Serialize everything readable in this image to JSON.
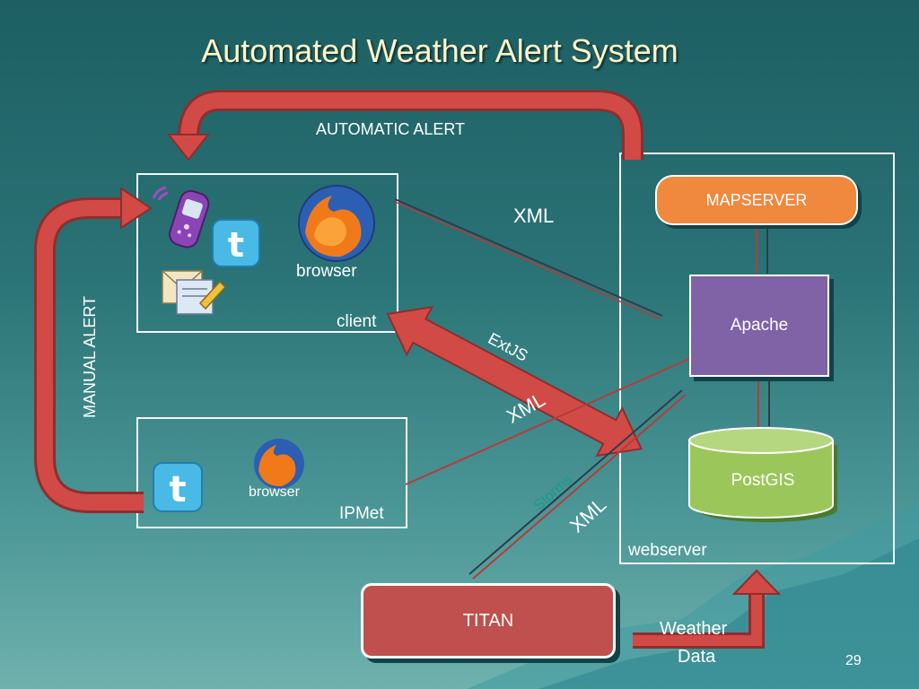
{
  "slide": {
    "title": "Automated Weather Alert System",
    "page_number": "29"
  },
  "labels": {
    "automatic_alert": "AUTOMATIC ALERT",
    "manual_alert": "MANUAL ALERT",
    "xml_top": "XML",
    "extjs": "ExtJS",
    "xml_mid": "XML",
    "storms": "Storms",
    "xml_low": "XML",
    "weather_data_line1": "Weather",
    "weather_data_line2": "Data"
  },
  "client_box": {
    "browser_label": "browser",
    "name": "client"
  },
  "ipmet_box": {
    "browser_label": "browser",
    "name": "IPMet"
  },
  "webserver": {
    "name": "webserver",
    "mapserver": "MAPSERVER",
    "apache": "Apache",
    "postgis": "PostGIS"
  },
  "titan": {
    "name": "TITAN"
  },
  "colors": {
    "accent_red": "#c9423f",
    "mapserver_orange": "#f0883e",
    "apache_purple": "#8062a6",
    "postgis_green": "#9bc75a",
    "titan_red": "#c0504d",
    "title_yellow": "#fff6c8"
  },
  "icons": [
    "mobile-phone-icon",
    "twitter-icon",
    "firefox-icon",
    "email-icon"
  ]
}
